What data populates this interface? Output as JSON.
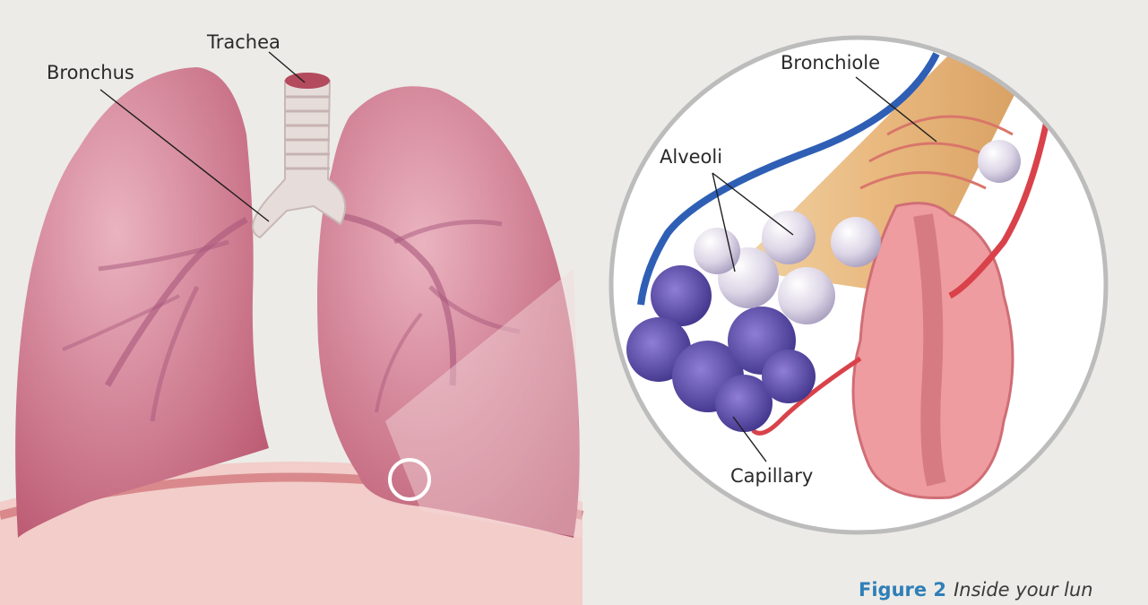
{
  "labels": {
    "trachea": "Trachea",
    "bronchus": "Bronchus",
    "bronchiole": "Bronchiole",
    "alveoli": "Alveoli",
    "capillary": "Capillary"
  },
  "caption": {
    "figure": "Figure 2",
    "text": "Inside your lun"
  },
  "colors": {
    "lung": "#c9677e",
    "lung_light": "#e4a3b1",
    "trachea": "#e5dbda",
    "vein_blue": "#2f5fb5",
    "artery_red": "#d9424a",
    "alveolus": "#ddd7e6",
    "bronchiole_tube": "#ebc48e",
    "caption_accent": "#2f7fb8"
  }
}
